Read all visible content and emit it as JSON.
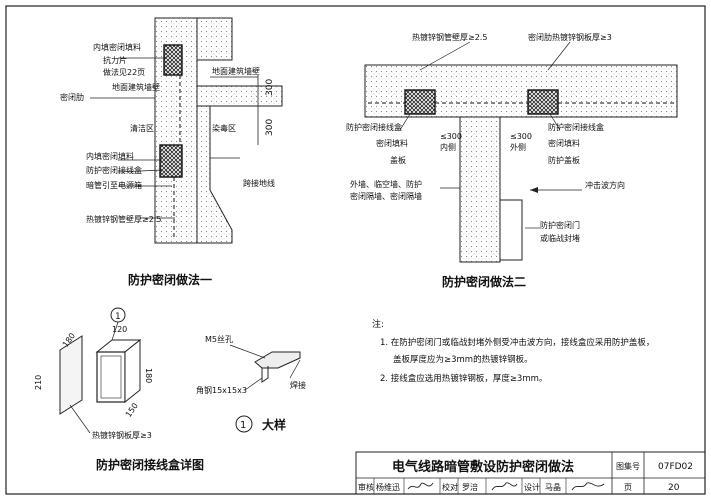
{
  "fig1": {
    "labels": {
      "inner_fill": "内填密闭填料",
      "resist_plate": "抗力片",
      "practice_ref": "做法见22页",
      "sealing_rib": "密闭肋",
      "ground_wall_finish": "地面建筑墙壁",
      "ground_wall_finish2": "地面建筑墙壁",
      "clean_zone": "清洁区",
      "contam_zone": "染毒区",
      "inner_fill2": "内填密闭填料",
      "protect_box": "防护密闭接线盒",
      "conduit": "暗管引至电源箱",
      "jumper": "跨接地线",
      "steel_pipe": "热镀锌钢管壁厚≥2.5",
      "dim_300a": "300",
      "dim_300b": "300"
    },
    "title": "防护密闭做法一"
  },
  "fig2": {
    "labels": {
      "steel_pipe": "热镀锌钢管壁厚≥2.5",
      "sealing_rib_plate": "密闭肋热镀锌钢板厚≥3",
      "protect_box_l": "防护密闭接线盒",
      "fill_l": "密闭填料",
      "cover_l": "盖板",
      "lt300_inner": "≤300",
      "inner_side": "内侧",
      "lt300_outer": "≤300",
      "outer_side": "外侧",
      "protect_box_r": "防护密闭接线盒",
      "fill_r": "密闭填料",
      "protect_cover": "防护盖板",
      "wall_types": "外墙、临空墙、防护",
      "wall_types2": "密闭隔墙、密闭隔墙",
      "blast_dir": "冲击波方向",
      "door": "防护密闭门",
      "or_block": "或临战封堵"
    },
    "title": "防护密闭做法二"
  },
  "fig3": {
    "circle_num": "1",
    "dim_120": "120",
    "dim_180a": "180",
    "dim_210": "210",
    "dim_180b": "180",
    "dim_150": "150",
    "plate_label": "热镀锌钢板厚≥3",
    "title": "防护密闭接线盒详图"
  },
  "detail": {
    "m5": "M5丝孔",
    "angle": "角钢15x15x3",
    "weld": "焊接",
    "circle_num": "1",
    "title": "大样"
  },
  "notes": {
    "head": "注:",
    "n1a": "1.  在防护密闭门或临战封堵外侧受冲击波方向，接线盒应采用防护盖板，",
    "n1b": "盖板厚度应为≥3mm的热镀锌钢板。",
    "n2": "2.  接线盒应选用热镀锌钢板，厚度≥3mm。"
  },
  "titleblock": {
    "main_title": "电气线路暗管敷设防护密闭做法",
    "atlas_label": "图集号",
    "atlas_no": "07FD02",
    "review": "审核",
    "reviewer": "杨维迅",
    "check": "校对",
    "checker": "罗涪",
    "design": "设计",
    "designer": "马晶",
    "page_label": "页",
    "page_no": "20"
  }
}
